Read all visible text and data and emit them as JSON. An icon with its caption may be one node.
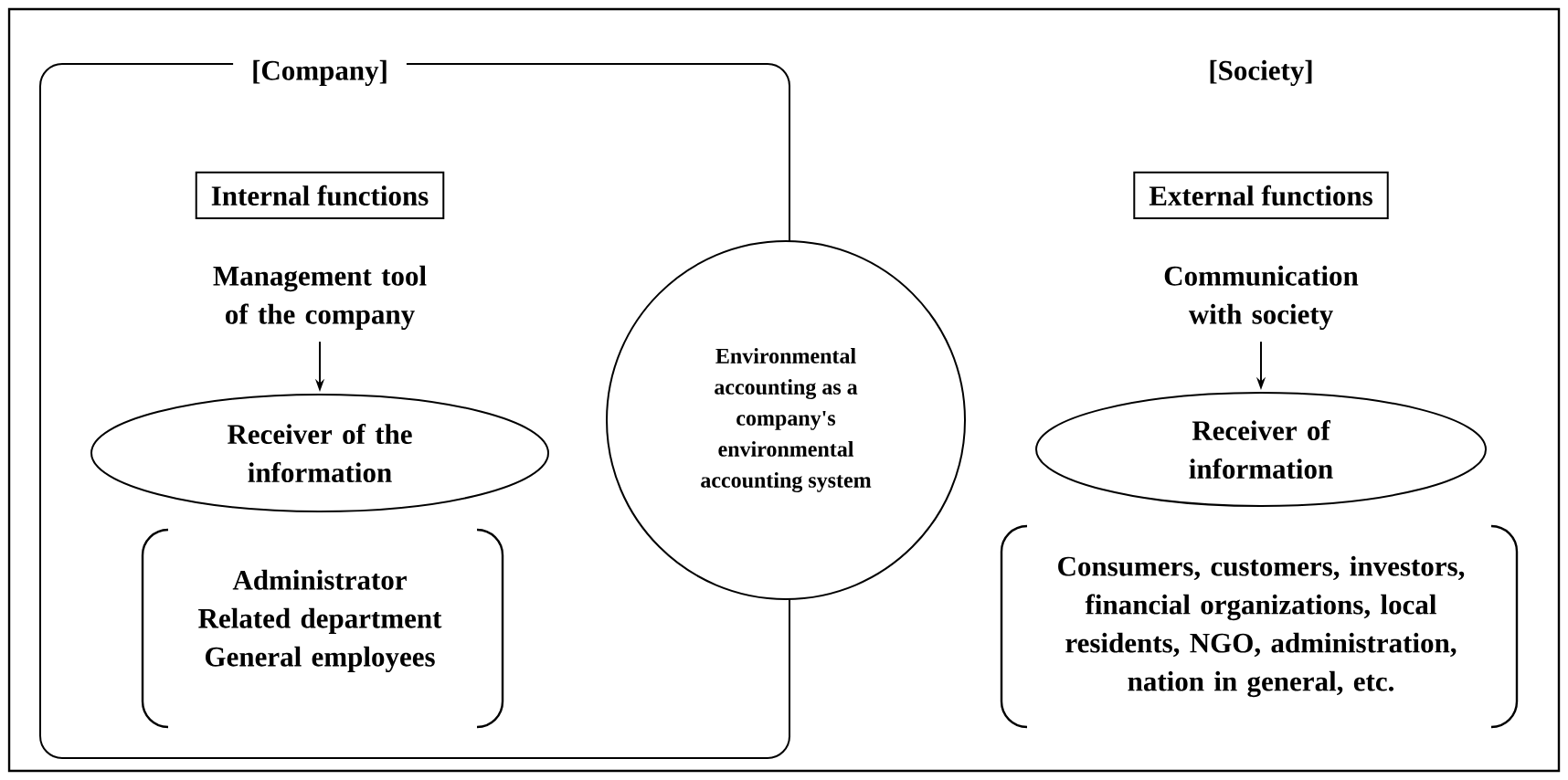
{
  "diagram": {
    "nodes": [
      {
        "text": [
          "[Company]"
        ]
      },
      {
        "text": [
          "Internal functions"
        ],
        "in": 0
      },
      {
        "text": [
          "Management tool of the company"
        ],
        "in": 0
      },
      {
        "text": [
          "Receiver of the information"
        ],
        "in": 0
      },
      {
        "text": [
          "Administrator",
          "Related department",
          "General employees"
        ],
        "in": 0
      },
      {
        "text": [
          "Environmental accounting as a company's environmental accounting system"
        ]
      },
      {
        "text": [
          "External functions"
        ]
      },
      {
        "text": [
          "Communication with society"
        ]
      },
      {
        "text": [
          "Receiver of information"
        ]
      },
      {
        "text": [
          "Consumers, customers, investors, financial organizations, local residents, NGO, administration, nation in general, etc."
        ]
      }
    ],
    "edges": [
      {
        "from": 2,
        "to": 3,
        "arrow": "to"
      },
      {
        "from": 7,
        "to": 8,
        "arrow": "to"
      }
    ],
    "labels": [
      "[Society]"
    ]
  }
}
